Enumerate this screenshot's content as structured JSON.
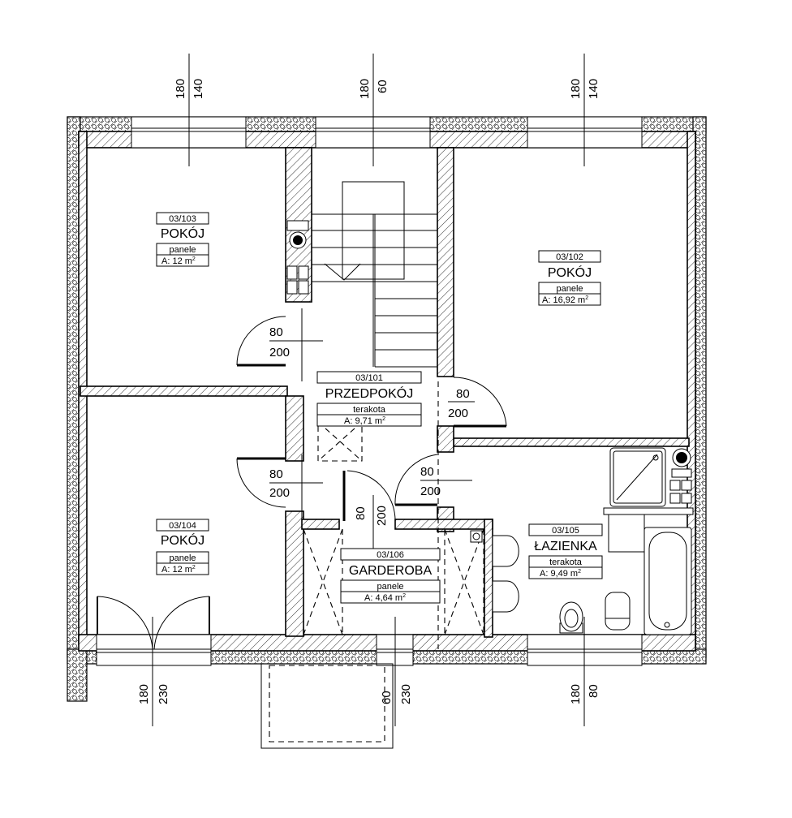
{
  "rooms": [
    {
      "key": "r103",
      "id": "03/103",
      "name": "POKÓJ",
      "floor": "panele",
      "area": "A: 12 m",
      "area_sup": "2"
    },
    {
      "key": "r102",
      "id": "03/102",
      "name": "POKÓJ",
      "floor": "panele",
      "area": "A: 16,92 m",
      "area_sup": "2"
    },
    {
      "key": "r101",
      "id": "03/101",
      "name": "PRZEDPOKÓJ",
      "floor": "terakota",
      "area": "A: 9,71 m",
      "area_sup": "2"
    },
    {
      "key": "r104",
      "id": "03/104",
      "name": "POKÓJ",
      "floor": "panele",
      "area": "A: 12 m",
      "area_sup": "2"
    },
    {
      "key": "r106",
      "id": "03/106",
      "name": "GARDEROBA",
      "floor": "panele",
      "area": "A: 4,64 m",
      "area_sup": "2"
    },
    {
      "key": "r105",
      "id": "03/105",
      "name": "ŁAZIENKA",
      "floor": "terakota",
      "area": "A: 9,49 m",
      "area_sup": "2"
    }
  ],
  "windows_top": [
    {
      "key": "wt1",
      "a": "180",
      "b": "140"
    },
    {
      "key": "wt2",
      "a": "180",
      "b": "60"
    },
    {
      "key": "wt3",
      "a": "180",
      "b": "140"
    }
  ],
  "windows_bottom": [
    {
      "key": "wb1",
      "a": "180",
      "b": "230"
    },
    {
      "key": "wb2",
      "a": "60",
      "b": "230"
    },
    {
      "key": "wb3",
      "a": "180",
      "b": "80"
    }
  ],
  "doors": [
    {
      "key": "d1",
      "w": "80",
      "h": "200"
    },
    {
      "key": "d2",
      "w": "80",
      "h": "200"
    },
    {
      "key": "d3",
      "w": "80",
      "h": "200"
    },
    {
      "key": "d4",
      "w": "80",
      "h": "200"
    },
    {
      "key": "d5",
      "w": "80",
      "h": "200"
    }
  ]
}
